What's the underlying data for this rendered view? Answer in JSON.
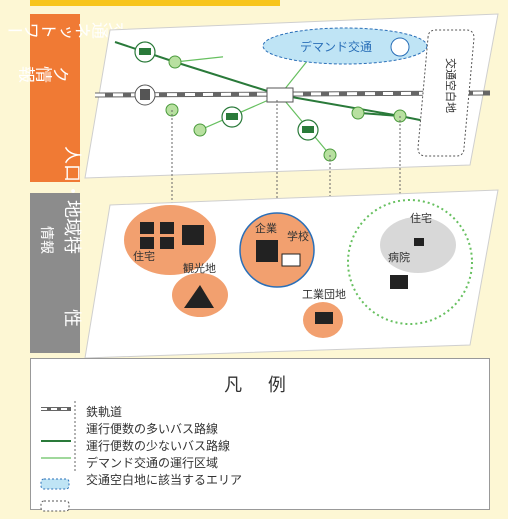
{
  "transport_section": {
    "label_lines": [
      "交通ネットワー",
      "ク情報"
    ],
    "demand_label": "デマンド交通",
    "blank_area_label": "交通空白地"
  },
  "regional_section": {
    "label_main_lines": [
      "人口・地域特",
      "性"
    ],
    "label_sub": "情報",
    "labels": {
      "residential_1": "住宅",
      "tourism": "観光地",
      "company": "企業",
      "school": "学校",
      "industrial": "工業団地",
      "residential_2": "住宅",
      "hospital": "病院"
    }
  },
  "legend": {
    "title": "凡 例",
    "items": [
      {
        "label": "鉄軌道"
      },
      {
        "label": "運行便数の多いバス路線"
      },
      {
        "label": "運行便数の少ないバス路線"
      },
      {
        "label": "デマンド交通の運行区域"
      },
      {
        "label": "交通空白地に該当するエリア"
      },
      {
        "label": ""
      }
    ]
  },
  "colors": {
    "orange": "#f07a34",
    "gray_label": "#8c8c8c",
    "dark_green": "#2a7a3a",
    "light_green": "#67c060",
    "demand_blue": "#bfe4f5",
    "bubble_orange": "#f2a06f",
    "background": "#fdf7d4"
  }
}
